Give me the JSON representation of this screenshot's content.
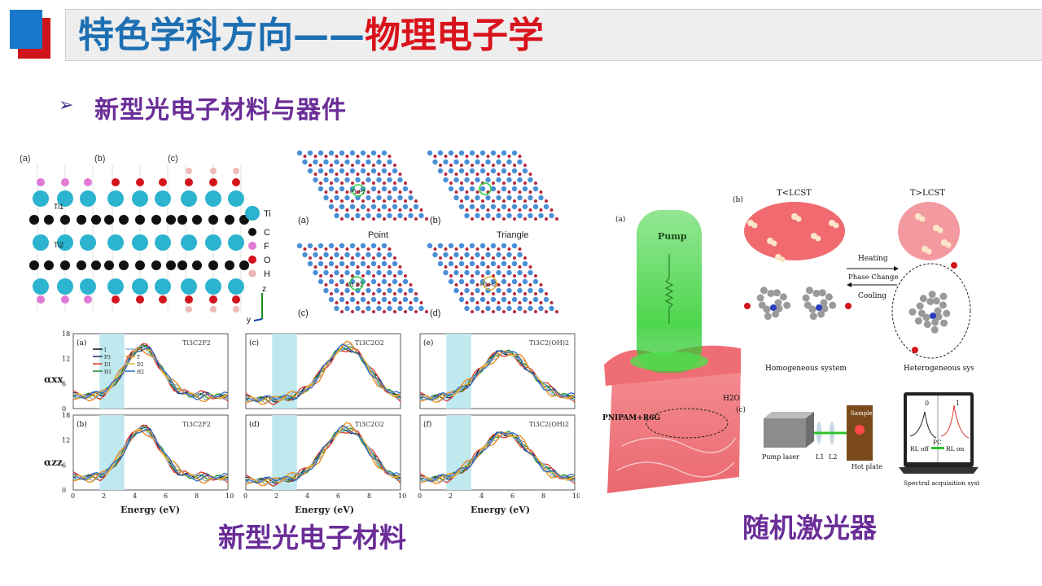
{
  "header": {
    "title_part1": "特色学科方向——",
    "title_part2": "物理电子学"
  },
  "subtitle": {
    "bullet": "➢",
    "text": "新型光电子材料与器件"
  },
  "captions": {
    "left": "新型光电子材料",
    "right": "随机激光器"
  },
  "structure_fig": {
    "panels": [
      "(a)",
      "(b)",
      "(c)"
    ],
    "atom_labels": [
      "Ti1",
      "Ti2"
    ],
    "legend": [
      "Ti",
      "C",
      "F",
      "O",
      "H"
    ],
    "axes": [
      "z",
      "y"
    ]
  },
  "lattice_fig": {
    "panels": [
      {
        "tag": "(a)",
        "name": "Point",
        "sites": "P1 P2"
      },
      {
        "tag": "(b)",
        "name": "Triangle",
        "sites": ""
      },
      {
        "tag": "(c)",
        "name": "",
        "sites": "D1 D2"
      },
      {
        "tag": "(d)",
        "name": "",
        "sites": "H1 H2"
      }
    ]
  },
  "absorption_fig": {
    "xlabel": "Energy (eV)",
    "ylabel_top": "αxx",
    "ylabel_bottom": "αzz",
    "yticks": [
      "0",
      "6",
      "12",
      "18"
    ],
    "xticks": [
      "0",
      "2",
      "4",
      "6",
      "8",
      "10"
    ],
    "legend": [
      "I",
      "P3",
      "D1",
      "H1",
      "P1",
      "T",
      "D2",
      "H2"
    ],
    "panels": [
      {
        "tag": "(a)",
        "formula": "Ti3C2F2"
      },
      {
        "tag": "(c)",
        "formula": "Ti3C2O2"
      },
      {
        "tag": "(e)",
        "formula": "Ti3C2(OH)2"
      },
      {
        "tag": "(b)",
        "formula": "Ti3C2F2"
      },
      {
        "tag": "(d)",
        "formula": "Ti3C2O2"
      },
      {
        "tag": "(f)",
        "formula": "Ti3C2(OH)2"
      }
    ]
  },
  "laser_fig": {
    "tag": "(a)",
    "pump": "Pump",
    "material": "PNIPAM+R6G",
    "water": "H2O"
  },
  "phase_fig": {
    "tag": "(b)",
    "left_title": "T<LCST",
    "right_title": "T>LCST",
    "heating": "Heating",
    "phase_change": "Phase Change",
    "cooling": "Cooling",
    "left_caption": "Homogeneous system",
    "right_caption": "Heterogeneous system"
  },
  "setup_fig": {
    "tag": "(c)",
    "pump_laser": "Pump laser",
    "l1": "L1",
    "l2": "L2",
    "sample": "Sample",
    "hot_plate": "Hot plate",
    "screen_left": "0",
    "screen_right": "1",
    "rl_off": "RL off",
    "pc": "PC",
    "rl_on": "RL on",
    "caption": "Spectral acquisition system"
  },
  "colors": {
    "title_blue": "#1c6fb2",
    "title_red": "#d9131b",
    "purple": "#6a2d97",
    "green_beam": "#3bd23b",
    "gel_pink": "#f06a70"
  }
}
